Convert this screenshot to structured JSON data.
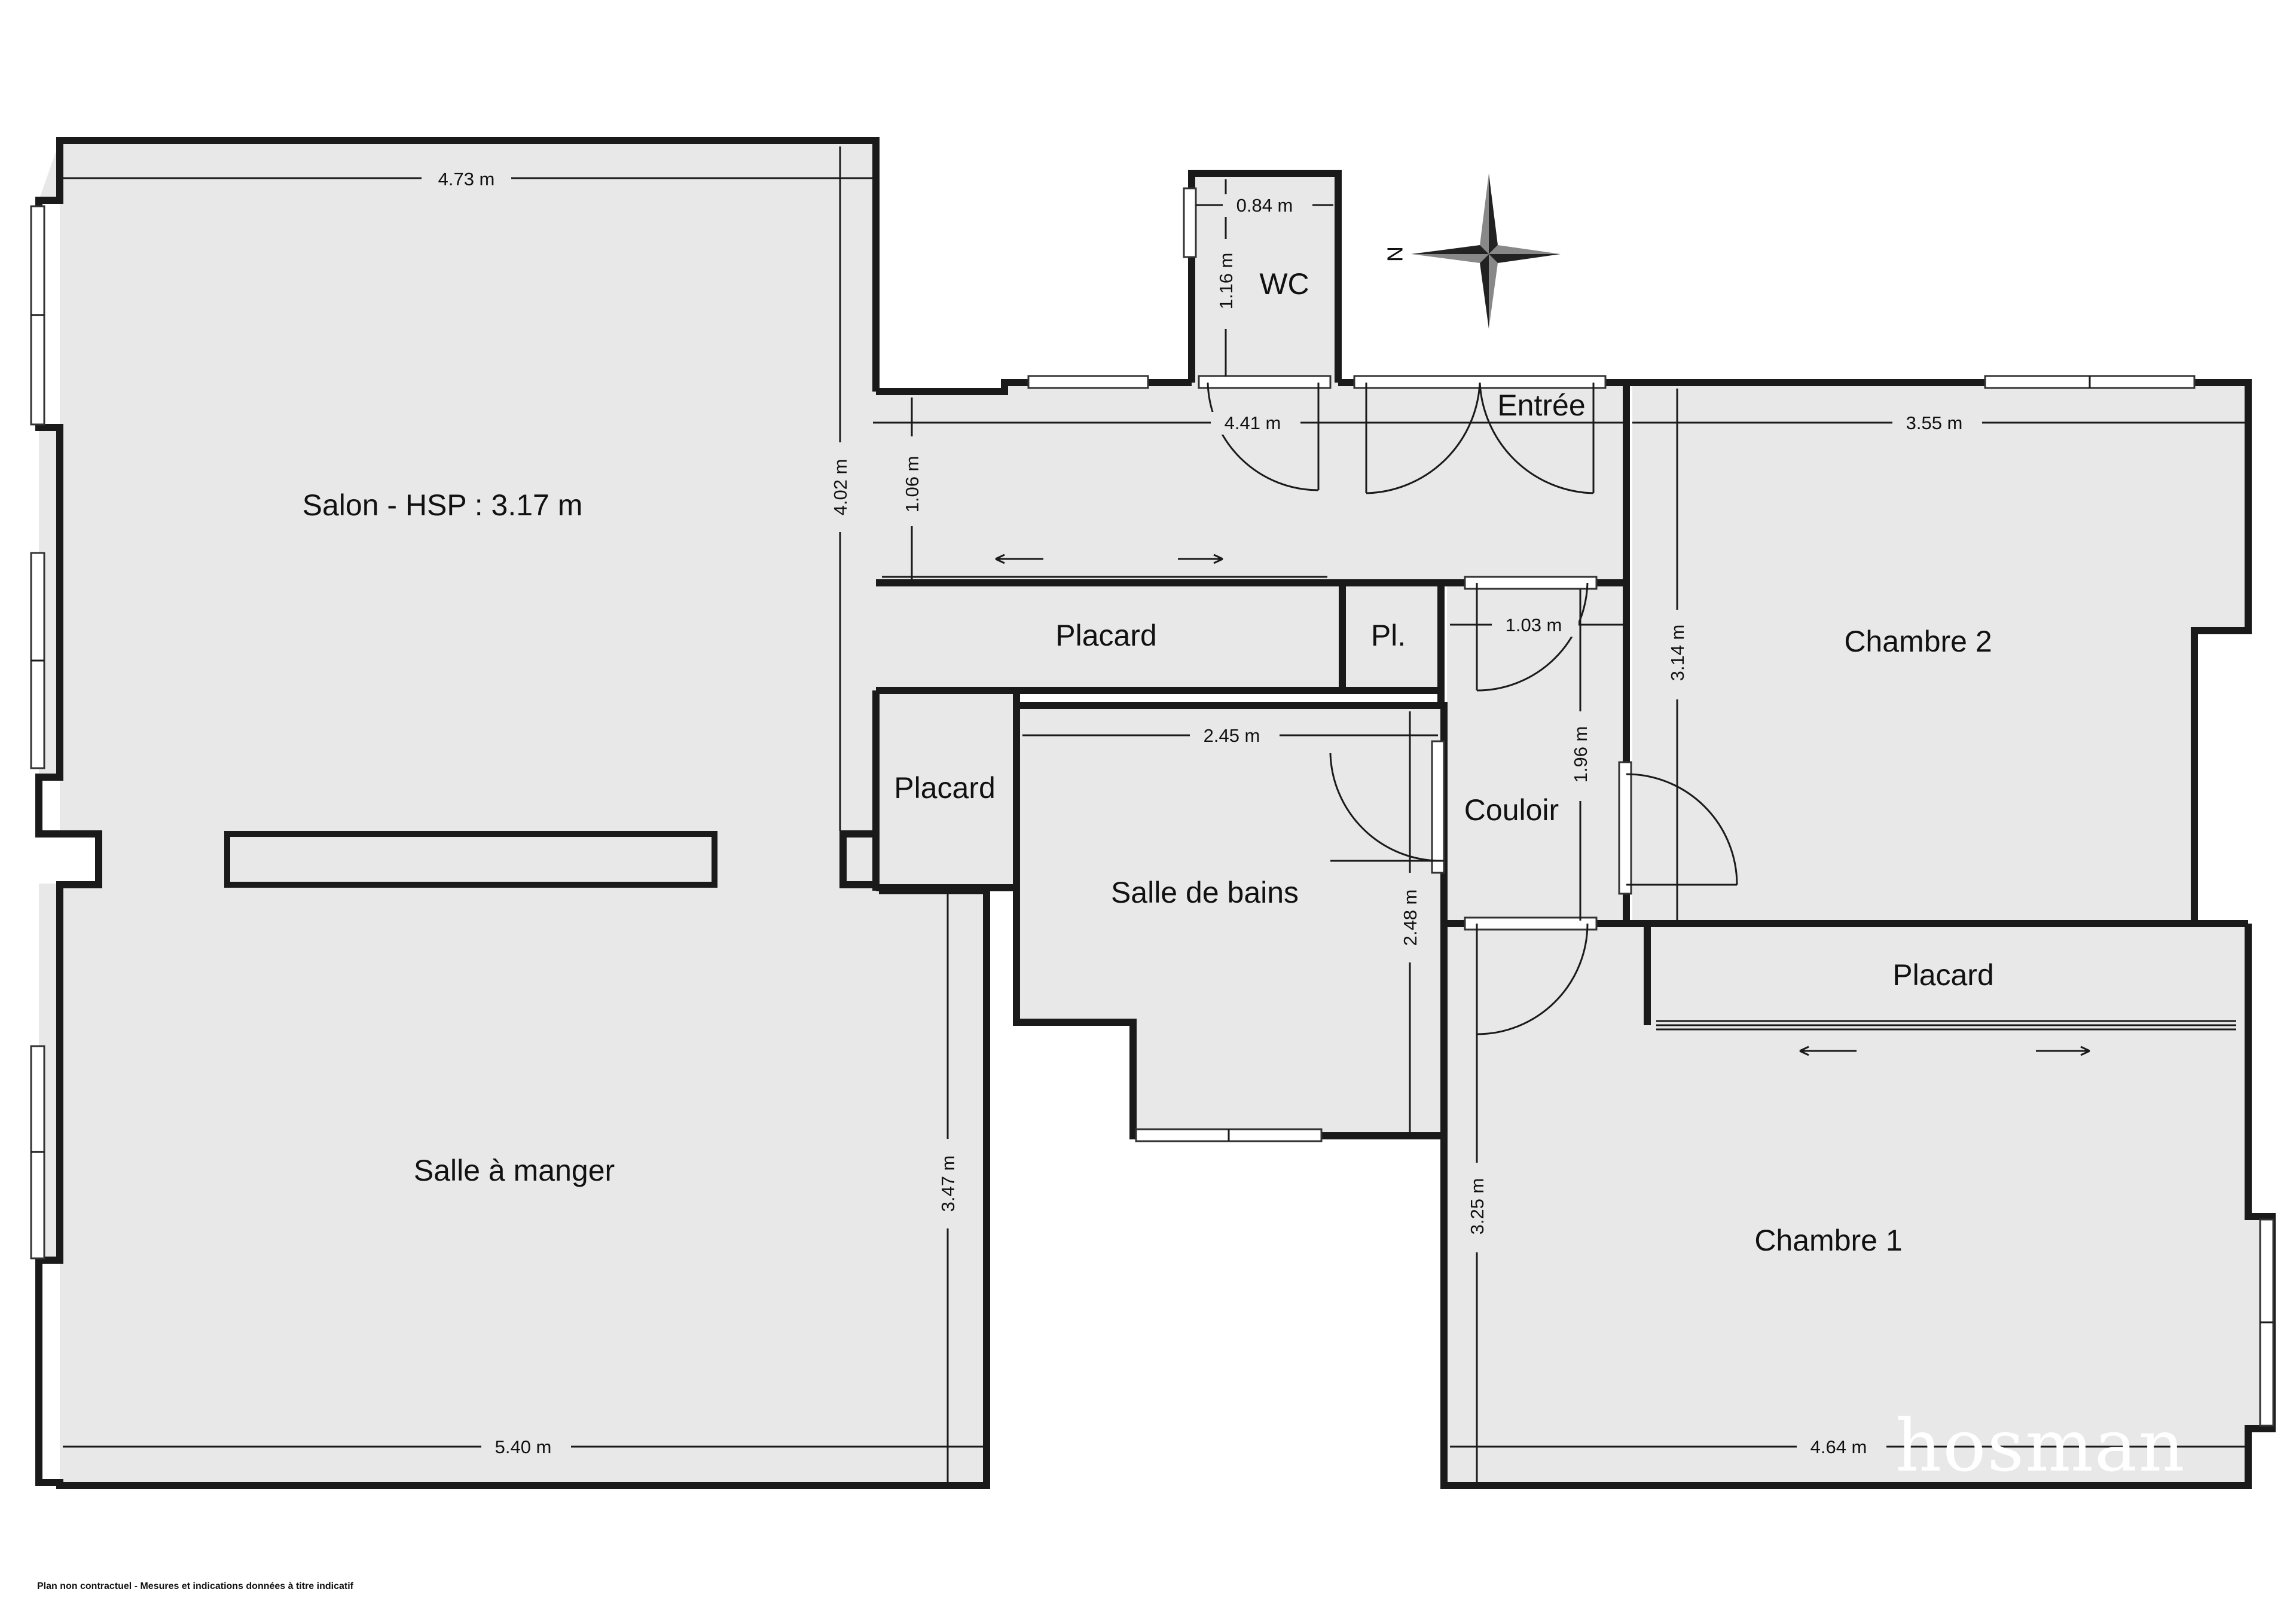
{
  "rooms": {
    "salon": "Salon - HSP : 3.17 m",
    "salle_a_manger": "Salle à manger",
    "wc": "WC",
    "entree": "Entrée",
    "placard_1": "Placard",
    "placard_small": "Pl.",
    "placard_2": "Placard",
    "salle_de_bains": "Salle de bains",
    "couloir": "Couloir",
    "chambre_2": "Chambre 2",
    "chambre_1": "Chambre 1",
    "placard_3": "Placard"
  },
  "dimensions": {
    "salon_width": "4.73 m",
    "salon_depth": "4.02 m",
    "wc_width": "0.84 m",
    "wc_depth": "1.16 m",
    "entree_length": "4.41 m",
    "entree_depth": "1.06 m",
    "chambre2_width": "3.55 m",
    "chambre2_depth": "3.14 m",
    "couloir_width": "1.03 m",
    "couloir_depth": "1.96 m",
    "sdb_width": "2.45 m",
    "sdb_depth": "2.48 m",
    "sam_depth": "3.47 m",
    "sam_width": "5.40 m",
    "chambre1_depth": "3.25 m",
    "chambre1_width": "4.64 m"
  },
  "compass": {
    "north_label": "N",
    "icon": "compass-rose-icon"
  },
  "footer": {
    "disclaimer": "Plan non contractuel - Mesures et indications données à titre indicatif"
  },
  "brand": {
    "watermark": "hosman"
  },
  "colors": {
    "floor": "#e8e8e8",
    "wall": "#1a1a1a",
    "background": "#ffffff"
  }
}
